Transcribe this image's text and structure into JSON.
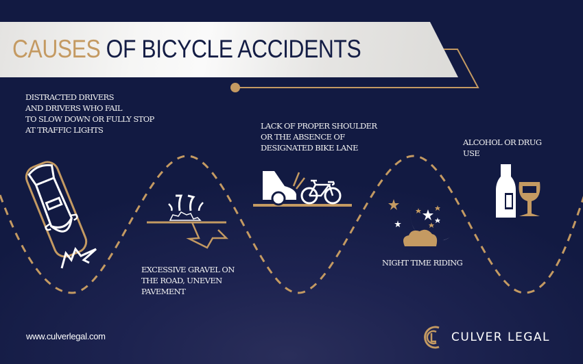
{
  "header": {
    "title_accent": "CAUSES",
    "title_main": "OF BICYCLE ACCIDENTS"
  },
  "causes": [
    {
      "label": "DISTRACTED DRIVERS\nAND DRIVERS WHO FAIL\nTO SLOW DOWN OR FULLY STOP\nAT TRAFFIC LIGHTS",
      "icon": "car-crash-icon"
    },
    {
      "label": "EXCESSIVE GRAVEL ON\nTHE ROAD, UNEVEN\nPAVEMENT",
      "icon": "gravel-road-icon"
    },
    {
      "label": "LACK OF PROPER SHOULDER\nOR THE ABSENCE OF\nDESIGNATED BIKE LANE",
      "icon": "car-bicycle-collision-icon"
    },
    {
      "label": "NIGHT TIME RIDING",
      "icon": "moon-stars-cloud-icon"
    },
    {
      "label": "ALCOHOL OR DRUG\nUSE",
      "icon": "bottle-glass-icon"
    }
  ],
  "footer": {
    "url": "www.culverlegal.com",
    "brand": "CULVER LEGAL",
    "logo_icon": "culver-legal-cl-logo-icon"
  },
  "colors": {
    "background": "#121a42",
    "gold": "#c49a62",
    "white": "#ffffff",
    "navy_text": "#141d45"
  }
}
